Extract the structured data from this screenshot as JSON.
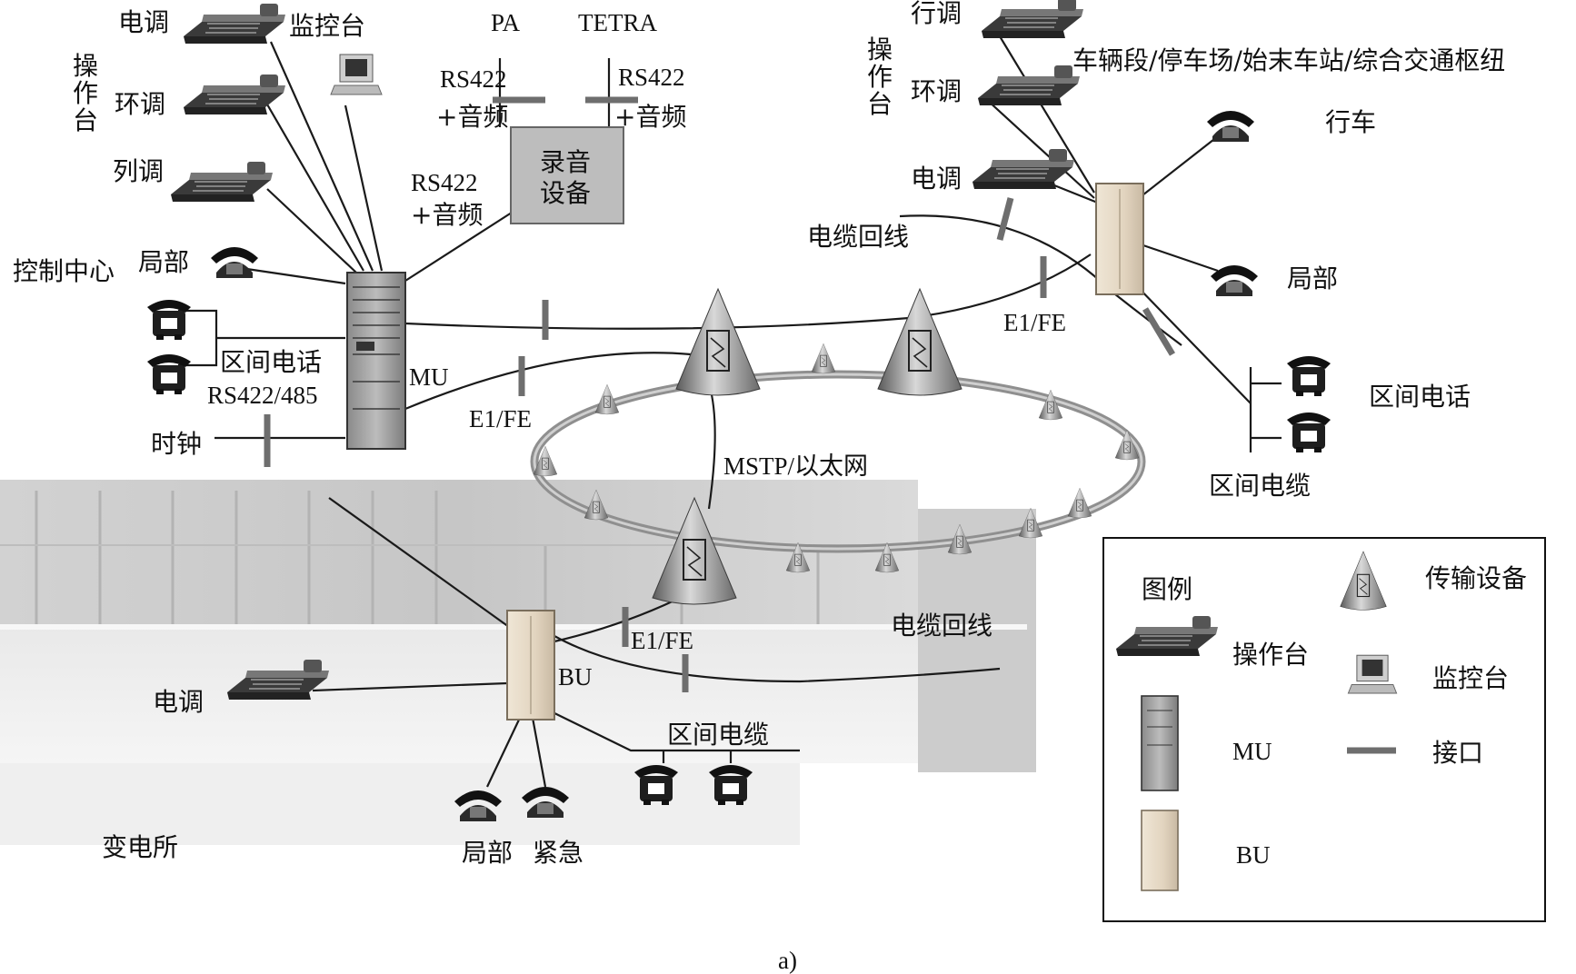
{
  "figure": {
    "caption": "a)",
    "control_center": {
      "title": "控制中心",
      "console_group": "操作台",
      "consoles": [
        "电调",
        "环调",
        "列调"
      ],
      "monitor": "监控台",
      "local_phone": "局部",
      "section_phone": "区间电话",
      "serial": "RS422/485",
      "clock": "时钟",
      "unit": "MU",
      "link": "E1/FE"
    },
    "recording": {
      "device": "录音设备",
      "inputs": [
        "PA",
        "TETRA"
      ],
      "port_line1": "RS422",
      "port_line2": "+音频"
    },
    "network": {
      "name": "MSTP/以太网"
    },
    "depot": {
      "title": "车辆段/停车场/始末车站/综合交通枢纽",
      "console_group": "操作台",
      "consoles": [
        "行调",
        "环调",
        "电调"
      ],
      "train_phone": "行车",
      "local_phone": "局部",
      "section_phone": "区间电话",
      "section_cable": "区间电缆",
      "cable_loop": "电缆回线",
      "link": "E1/FE"
    },
    "substation": {
      "title": "变电所",
      "console": "电调",
      "unit": "BU",
      "phones": [
        "局部",
        "紧急"
      ],
      "section_cable": "区间电缆",
      "cable_loop": "电缆回线",
      "link": "E1/FE"
    },
    "legend": {
      "title": "图例",
      "items": [
        "操作台",
        "MU",
        "BU",
        "传输设备",
        "监控台",
        "接口"
      ]
    }
  },
  "colors": {
    "wire": "#1a1a1a",
    "interface": "#6e6e6e",
    "ring": "#9a9a9a",
    "recorder_fill": "#bdbdbd",
    "bu_fill": "#e4d9c8"
  }
}
